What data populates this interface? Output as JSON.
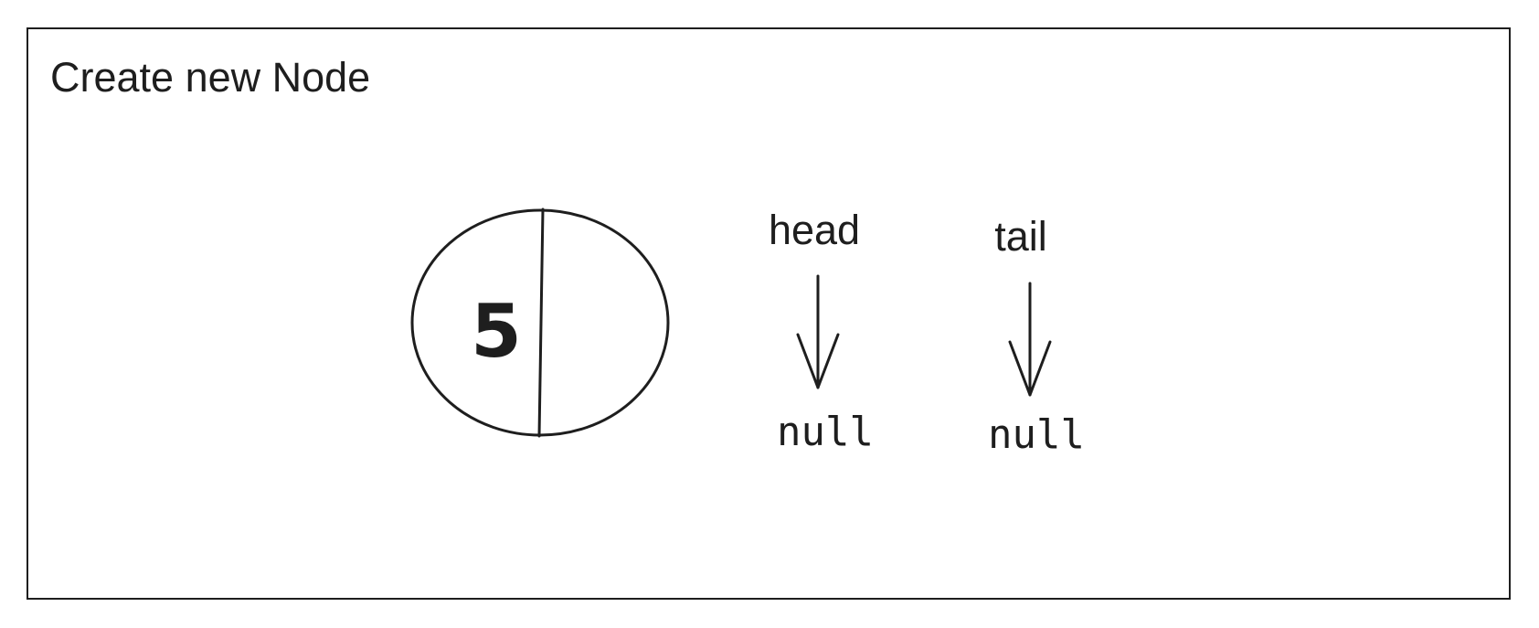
{
  "title": "Create new Node",
  "node": {
    "value": "5"
  },
  "pointers": [
    {
      "label": "head",
      "target": "null"
    },
    {
      "label": "tail",
      "target": "null"
    }
  ],
  "colors": {
    "stroke": "#1e1e1e",
    "background": "#ffffff"
  }
}
